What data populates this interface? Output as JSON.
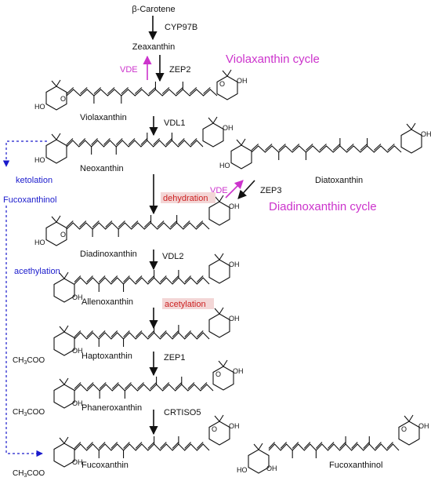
{
  "colors": {
    "black": "#111111",
    "blue": "#1a1acc",
    "magenta": "#cc33cc",
    "red": "#cc2222",
    "red_bg": "#f3d6d6"
  },
  "compounds": {
    "beta_carotene": "β-Carotene",
    "zeaxanthin": "Zeaxanthin",
    "violaxanthin": "Violaxanthin",
    "neoxanthin": "Neoxanthin",
    "diatoxanthin": "Diatoxanthin",
    "diadinoxanthin": "Diadinoxanthin",
    "allenoxanthin": "Allenoxanthin",
    "haptoxanthin": "Haptoxanthin",
    "phaneroxanthin": "Phaneroxanthin",
    "fucoxanthin": "Fucoxanthin",
    "fucoxanthinol_left": "Fucoxanthinol",
    "fucoxanthinol_right": "Fucoxanthinol"
  },
  "enzymes": {
    "cyp97b": "CYP97B",
    "zep2": "ZEP2",
    "vde_top": "VDE",
    "vdl1": "VDL1",
    "vde_right": "VDE",
    "zep3": "ZEP3",
    "vdl2": "VDL2",
    "zep1": "ZEP1",
    "crtiso5": "CRTISO5"
  },
  "cycles": {
    "violaxanthin_cycle": "Violaxanthin cycle",
    "diadinoxanthin_cycle": "Diadinoxanthin cycle"
  },
  "reactions": {
    "ketolation": "ketolation",
    "acethylation": "acethylation",
    "dehydration": "dehydration",
    "acetylation": "acetylation"
  },
  "substituents": {
    "ch3coo_1": "CH3COO",
    "ch3coo_2": "CH3COO",
    "ch3coo_3": "CH3COO",
    "ho": "HO",
    "oh": "OH",
    "o": "O"
  }
}
